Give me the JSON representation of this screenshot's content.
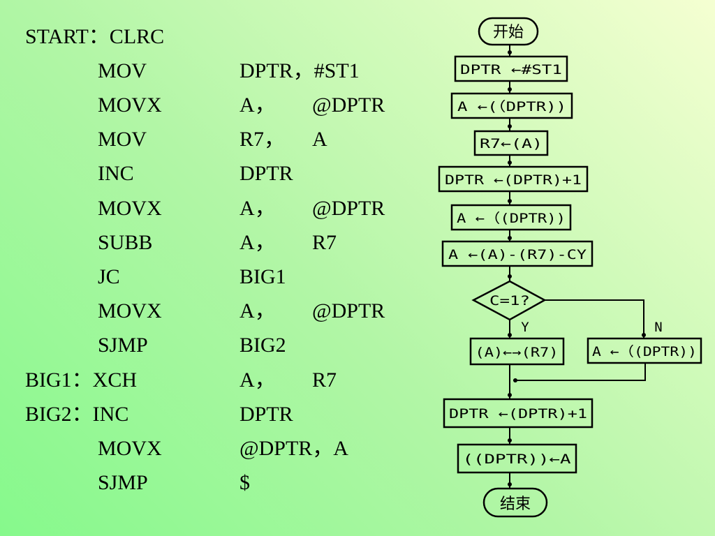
{
  "code": [
    {
      "label": "START：CLRC",
      "op": "",
      "arg1": "",
      "arg2": ""
    },
    {
      "label": "",
      "op": "MOV",
      "arg1": "DPTR，#ST1",
      "arg2": ""
    },
    {
      "label": "",
      "op": "MOVX",
      "arg1": "A，",
      "arg2": "@DPTR"
    },
    {
      "label": "",
      "op": "MOV",
      "arg1": "R7，",
      "arg2": "A"
    },
    {
      "label": "",
      "op": "INC",
      "arg1": "DPTR",
      "arg2": ""
    },
    {
      "label": "",
      "op": "MOVX",
      "arg1": "A，",
      "arg2": "@DPTR"
    },
    {
      "label": "",
      "op": "SUBB",
      "arg1": "A，",
      "arg2": "R7"
    },
    {
      "label": "",
      "op": "JC",
      "arg1": "BIG1",
      "arg2": ""
    },
    {
      "label": "",
      "op": "MOVX",
      "arg1": "A，",
      "arg2": "@DPTR"
    },
    {
      "label": "",
      "op": "SJMP",
      "arg1": "BIG2",
      "arg2": ""
    },
    {
      "label": "BIG1：XCH",
      "op": "",
      "arg1": "A，",
      "arg2": "R7"
    },
    {
      "label": "BIG2：INC",
      "op": "",
      "arg1": "DPTR",
      "arg2": ""
    },
    {
      "label": "",
      "op": "MOVX",
      "arg1": "@DPTR，A",
      "arg2": ""
    },
    {
      "label": "",
      "op": "SJMP",
      "arg1": " $",
      "arg2": ""
    }
  ],
  "flow": {
    "start": "开始",
    "steps": [
      "DPTR ←#ST1",
      "A ←(（DPTR))",
      "R7←(A)",
      "DPTR ←(DPTR)+1",
      "A ←（(DPTR))",
      "A ←(A)-(R7)-CY"
    ],
    "decision": "C=1?",
    "yes_label": "Y",
    "no_label": "N",
    "yes_box": "(A)←→(R7)",
    "no_box": "A ←（(DPTR))",
    "after": [
      "DPTR ←(DPTR)+1",
      "((DPTR))←A"
    ],
    "end": "结束"
  }
}
